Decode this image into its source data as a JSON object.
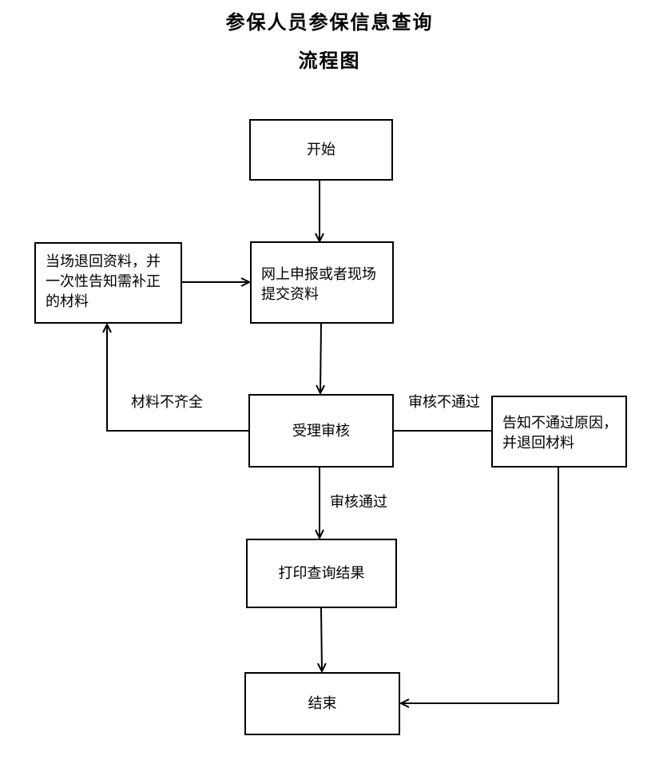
{
  "title": {
    "line1": "参保人员参保信息查询",
    "line2": "流程图"
  },
  "nodes": {
    "start": "开始",
    "submit": "网上申报或者现场提交资料",
    "return_onsite": "当场退回资料，并一次性告知需补正的材料",
    "review": "受理审核",
    "reject": "告知不通过原因，并退回材料",
    "print": "打印查询结果",
    "end": "结束"
  },
  "edges": {
    "incomplete": "材料不齐全",
    "not_passed": "审核不通过",
    "passed": "审核通过"
  }
}
